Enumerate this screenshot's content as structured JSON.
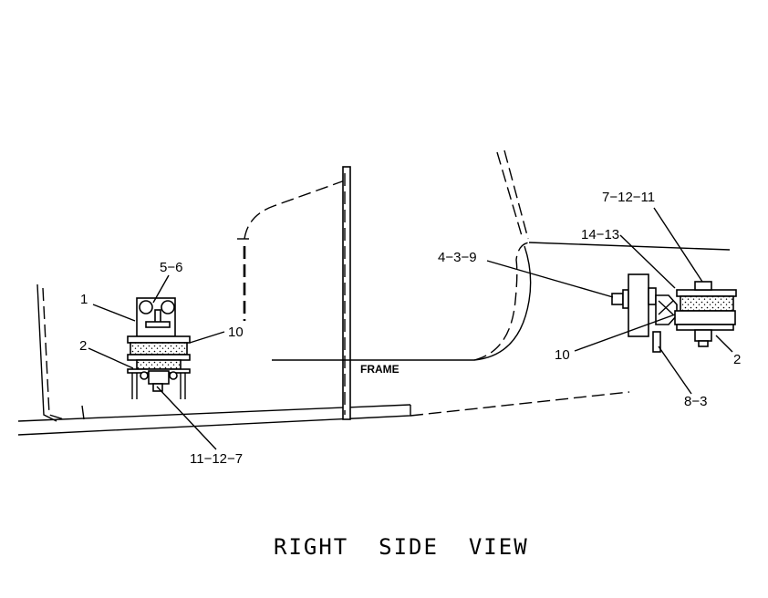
{
  "diagram": {
    "title": "RIGHT  SIDE  VIEW",
    "frame_label": "FRAME",
    "left_mount_callouts": {
      "c1": "1",
      "c2": "2",
      "c56": "5−6",
      "c10": "10",
      "c11127": "11−12−7"
    },
    "right_mount_callouts": {
      "c71211": "7−12−11",
      "c1413": "14−13",
      "c439": "4−3−9",
      "c10": "10",
      "c2": "2",
      "c83": "8−3"
    }
  }
}
